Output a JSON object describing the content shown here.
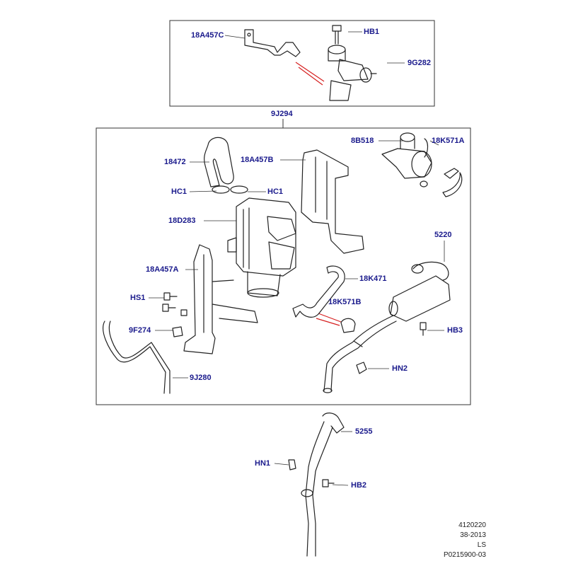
{
  "callouts": {
    "c18A457C": "18A457C",
    "cHB1": "HB1",
    "c9G282": "9G282",
    "c9J294": "9J294",
    "c8B518": "8B518",
    "c18K571A": "18K571A",
    "c18472": "18472",
    "c18A457B": "18A457B",
    "cHC1_left": "HC1",
    "cHC1_right": "HC1",
    "c18D283": "18D283",
    "c5220": "5220",
    "c18A457A": "18A457A",
    "c18K471": "18K471",
    "cHS1": "HS1",
    "c18K571B": "18K571B",
    "c9F274": "9F274",
    "cHB3": "HB3",
    "cHN2": "HN2",
    "c9J280": "9J280",
    "c5255": "5255",
    "cHN1": "HN1",
    "cHB2": "HB2"
  },
  "footer": {
    "line1": "4120220",
    "line2": "38-2013",
    "line3": "LS",
    "line4": "P0215900-03"
  },
  "colors": {
    "callout_text": "#1a1a8c",
    "leader_line": "#333333",
    "highlight_leader": "#d62020",
    "frame": "#333333"
  }
}
